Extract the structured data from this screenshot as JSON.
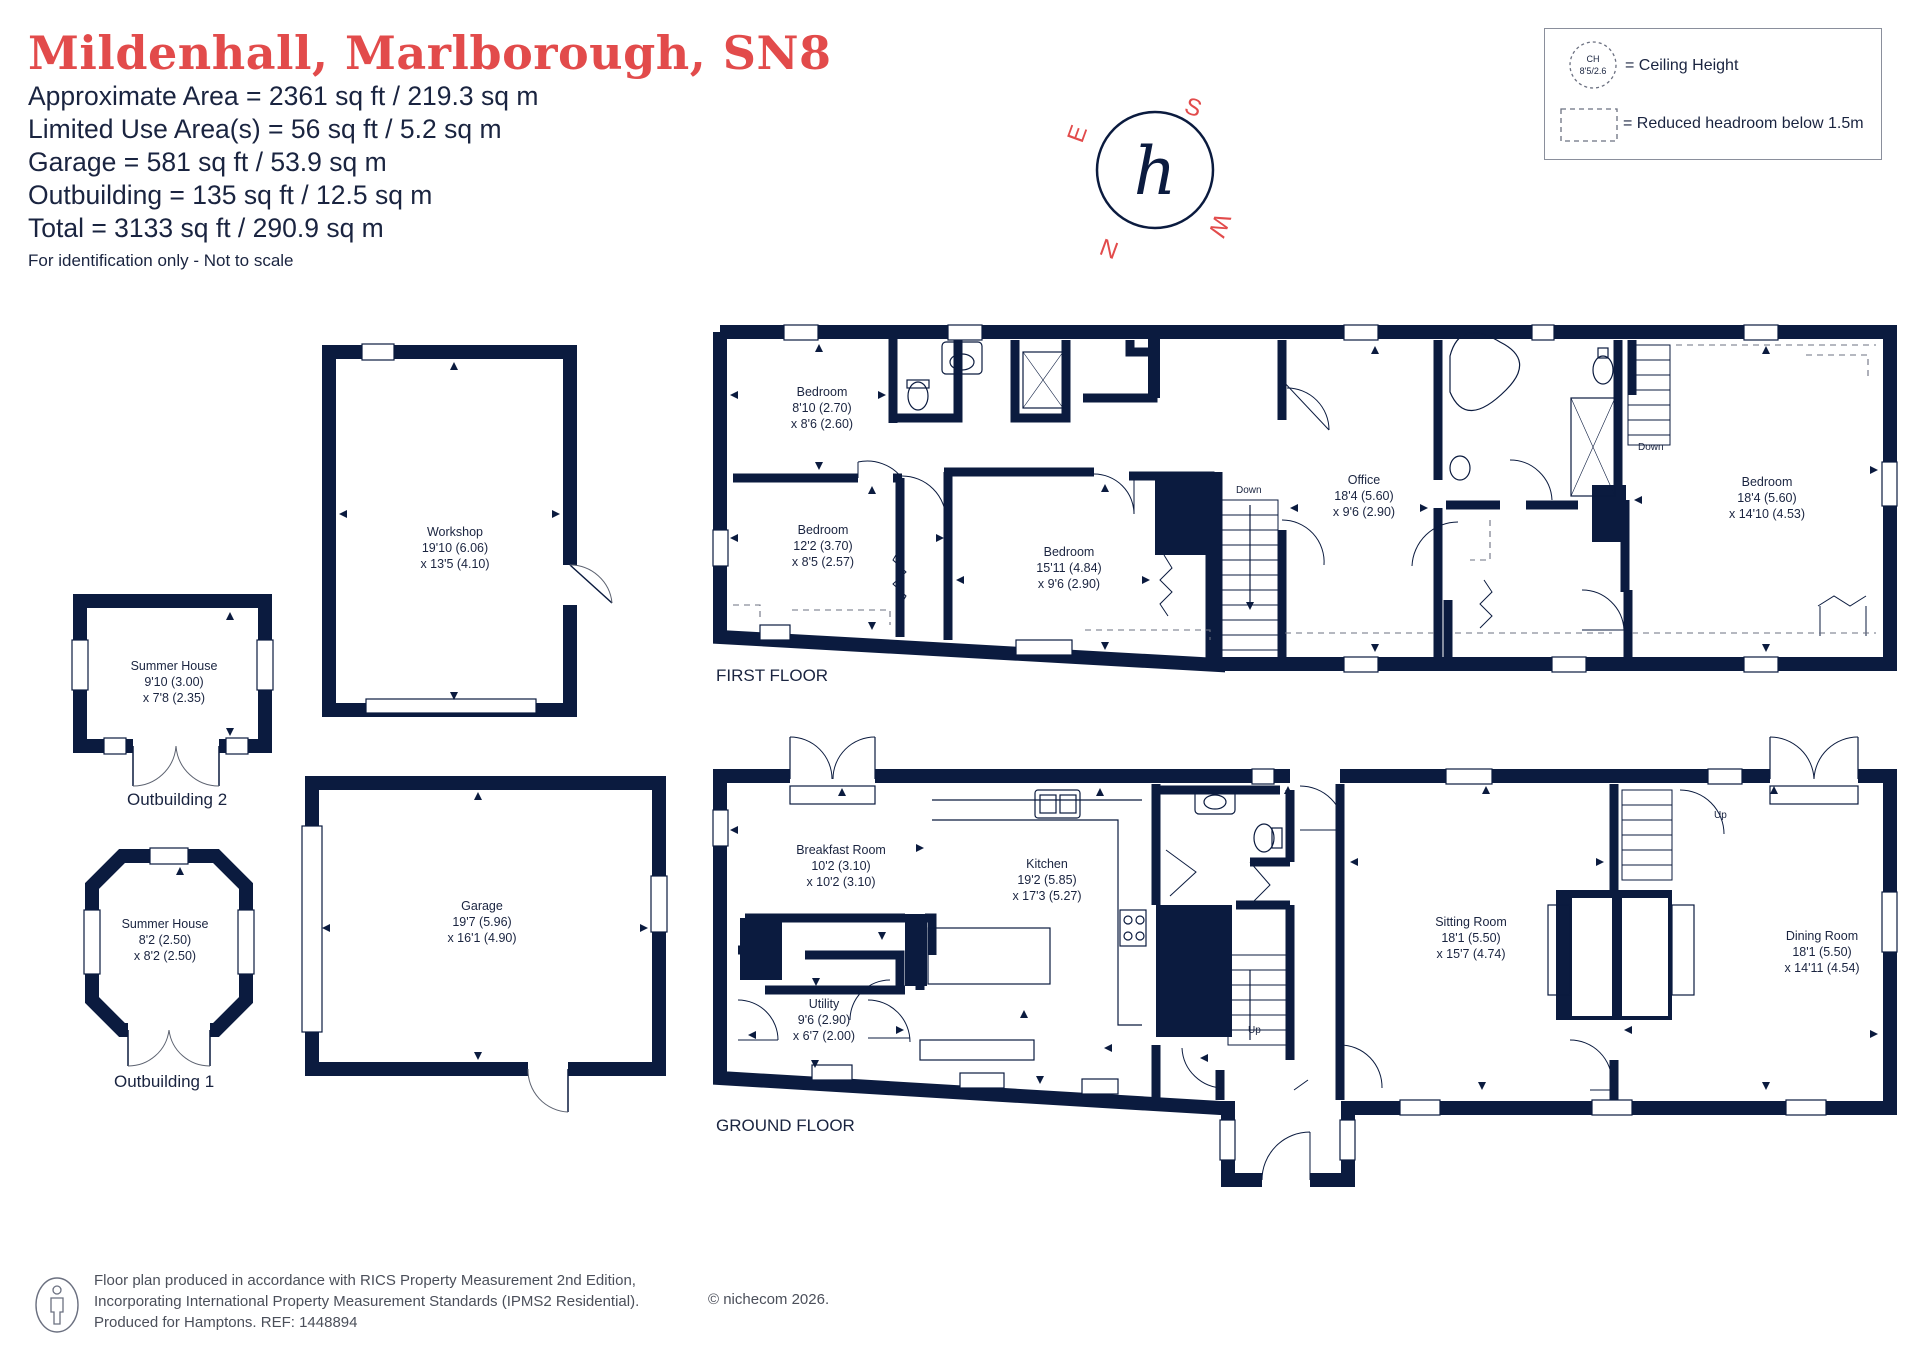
{
  "header": {
    "title": "Mildenhall, Marlborough, SN8",
    "areas": [
      "Approximate Area = 2361 sq ft / 219.3 sq m",
      "Limited Use Area(s) = 56 sq ft / 5.2 sq m",
      "Garage = 581 sq ft / 53.9 sq m",
      "Outbuilding = 135 sq ft / 12.5 sq m",
      "Total = 3133 sq ft / 290.9 sq m"
    ],
    "note": "For identification only - Not to scale"
  },
  "legend": {
    "ceiling_badge_top": "CH",
    "ceiling_badge_bottom": "8'5/2.6",
    "ceiling_height": "= Ceiling Height",
    "reduced_headroom": "= Reduced headroom below 1.5m"
  },
  "compass": {
    "logo": "h",
    "s": "S",
    "w": "W",
    "n": "N",
    "e": "E"
  },
  "colors": {
    "wall": "#0b1b3f",
    "accent": "#e24b4b"
  },
  "floors": {
    "first": "FIRST FLOOR",
    "ground": "GROUND FLOOR"
  },
  "outbuildings": {
    "ob2": "Outbuilding 2",
    "ob1": "Outbuilding 1"
  },
  "rooms": {
    "workshop": {
      "name": "Workshop",
      "dim1": "19'10 (6.06)",
      "dim2": "x 13'5 (4.10)"
    },
    "summer2": {
      "name": "Summer House",
      "dim1": "9'10 (3.00)",
      "dim2": "x 7'8 (2.35)"
    },
    "summer1": {
      "name": "Summer House",
      "dim1": "8'2 (2.50)",
      "dim2": "x 8'2 (2.50)"
    },
    "garage": {
      "name": "Garage",
      "dim1": "19'7 (5.96)",
      "dim2": "x 16'1 (4.90)"
    },
    "bed1": {
      "name": "Bedroom",
      "dim1": "8'10 (2.70)",
      "dim2": "x 8'6 (2.60)"
    },
    "bed2": {
      "name": "Bedroom",
      "dim1": "12'2 (3.70)",
      "dim2": "x 8'5 (2.57)"
    },
    "bed3": {
      "name": "Bedroom",
      "dim1": "15'11 (4.84)",
      "dim2": "x 9'6 (2.90)"
    },
    "office": {
      "name": "Office",
      "dim1": "18'4 (5.60)",
      "dim2": "x 9'6 (2.90)"
    },
    "bed4": {
      "name": "Bedroom",
      "dim1": "18'4 (5.60)",
      "dim2": "x 14'10 (4.53)"
    },
    "breakfast": {
      "name": "Breakfast Room",
      "dim1": "10'2 (3.10)",
      "dim2": "x 10'2 (3.10)"
    },
    "kitchen": {
      "name": "Kitchen",
      "dim1": "19'2 (5.85)",
      "dim2": "x 17'3 (5.27)"
    },
    "utility": {
      "name": "Utility",
      "dim1": "9'6 (2.90)",
      "dim2": "x 6'7 (2.00)"
    },
    "sitting": {
      "name": "Sitting Room",
      "dim1": "18'1 (5.50)",
      "dim2": "x 15'7 (4.74)"
    },
    "dining": {
      "name": "Dining Room",
      "dim1": "18'1 (5.50)",
      "dim2": "x 14'11 (4.54)"
    }
  },
  "stairs": {
    "down": "Down",
    "up": "Up"
  },
  "footer": {
    "line1": "Floor plan produced in accordance with RICS Property Measurement 2nd Edition,",
    "line2": "Incorporating International Property Measurement Standards (IPMS2 Residential).",
    "line3": "Produced for Hamptons.   REF: 1448894",
    "copyright": "© nichecom 2026."
  }
}
